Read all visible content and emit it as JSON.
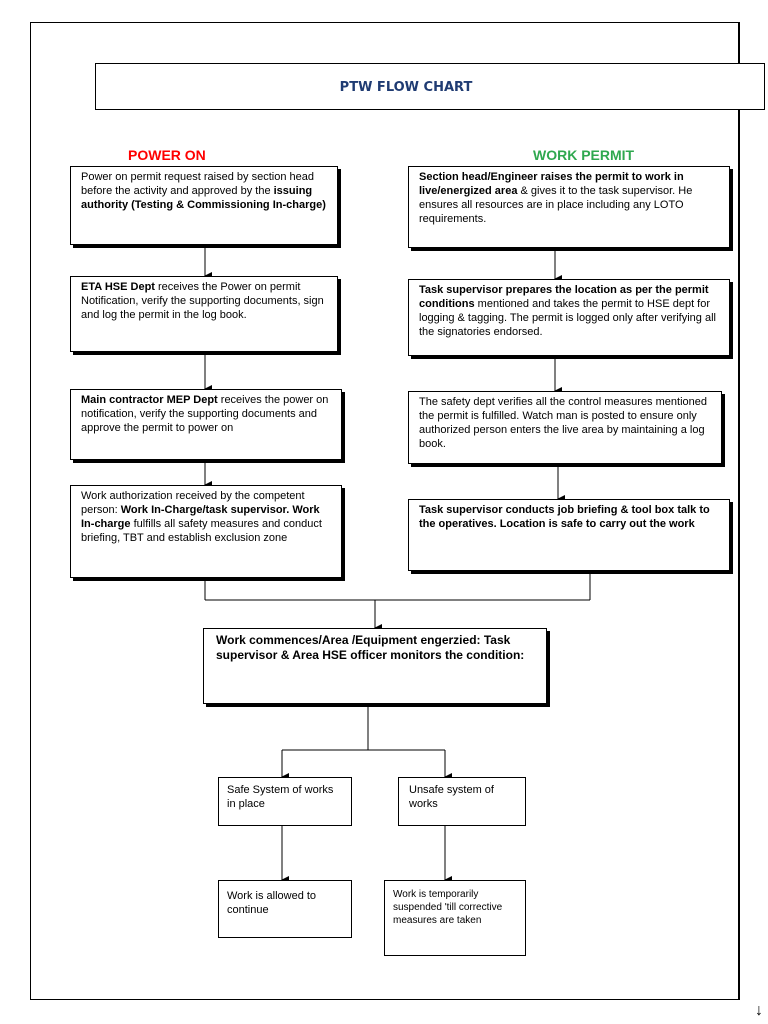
{
  "title": "PTW FLOW CHART",
  "left_heading": "POWER ON",
  "right_heading": "WORK PERMIT",
  "left_steps": [
    {
      "pre": "Power on permit request raised by section head before the activity and approved by the ",
      "bold": "issuing authority (Testing & Commissioning In-charge)",
      "post": ""
    },
    {
      "pre": "",
      "bold": "ETA HSE Dept",
      "post": " receives the Power on permit Notification, verify the supporting documents, sign and log the permit in the log book."
    },
    {
      "pre": "",
      "bold": "Main contractor MEP Dept",
      "post": " receives the power on notification, verify the supporting documents and approve the permit to power on"
    },
    {
      "pre": "Work authorization received by the competent person: ",
      "bold": "Work In-Charge/task supervisor. Work In-charge",
      "post": " fulfills all safety measures and conduct briefing, TBT and establish exclusion zone"
    }
  ],
  "right_steps": [
    {
      "pre": "",
      "bold": "Section head/Engineer raises the permit to work in live/energized area",
      "post": " & gives it to the task supervisor. He ensures all resources are in place including any LOTO requirements."
    },
    {
      "pre": "",
      "bold": "Task supervisor prepares the location as per the permit conditions",
      "post": " mentioned and takes the permit to HSE dept for logging & tagging. The permit is logged only after verifying all the signatories endorsed."
    },
    {
      "pre": " The safety dept verifies all the control measures mentioned the permit is fulfilled. Watch man is posted to ensure only authorized person enters the live area by maintaining a log book.",
      "bold": "",
      "post": ""
    },
    {
      "pre": "",
      "bold": "Task supervisor conducts job briefing & tool box talk to the operatives. Location is safe to carry out the work",
      "post": ""
    }
  ],
  "center_step": "Work commences/Area /Equipment engerzied: Task supervisor & Area HSE officer monitors the condition:",
  "branch_safe": "Safe System of works in place",
  "branch_unsafe": "Unsafe system of works",
  "outcome_safe": "Work is allowed to continue",
  "outcome_unsafe": "Work is temporarily suspended 'till corrective measures are taken",
  "icons": {
    "scroll": "down-arrow-icon"
  }
}
